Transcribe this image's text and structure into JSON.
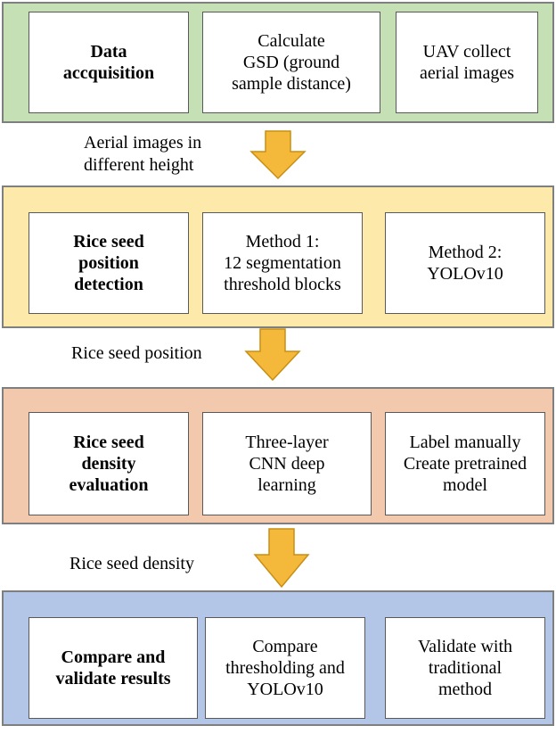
{
  "colors": {
    "stage1": "#c5e0b4",
    "stage2": "#fde9a9",
    "stage3": "#f3c9ae",
    "stage4": "#b4c6e7",
    "arrow": "#f4b93a",
    "arrow_border": "#c98f14"
  },
  "stages": [
    {
      "title": "Data\naccquisition",
      "step2": "Calculate\nGSD (ground\nsample distance)",
      "step3": "UAV collect\naerial images"
    },
    {
      "title": "Rice seed\nposition\ndetection",
      "step2": "Method 1:\n12 segmentation\nthreshold blocks",
      "step3": "Method 2:\nYOLOv10"
    },
    {
      "title": "Rice seed\ndensity\nevaluation",
      "step2": "Three-layer\nCNN deep\nlearning",
      "step3": "Label manually\nCreate pretrained\nmodel"
    },
    {
      "title": "Compare and\nvalidate results",
      "step2": "Compare\nthresholding and\nYOLOv10",
      "step3": "Validate with\ntraditional\nmethod"
    }
  ],
  "flows": [
    {
      "label": "Aerial images in\ndifferent height"
    },
    {
      "label": "Rice seed position"
    },
    {
      "label": "Rice seed density"
    }
  ]
}
